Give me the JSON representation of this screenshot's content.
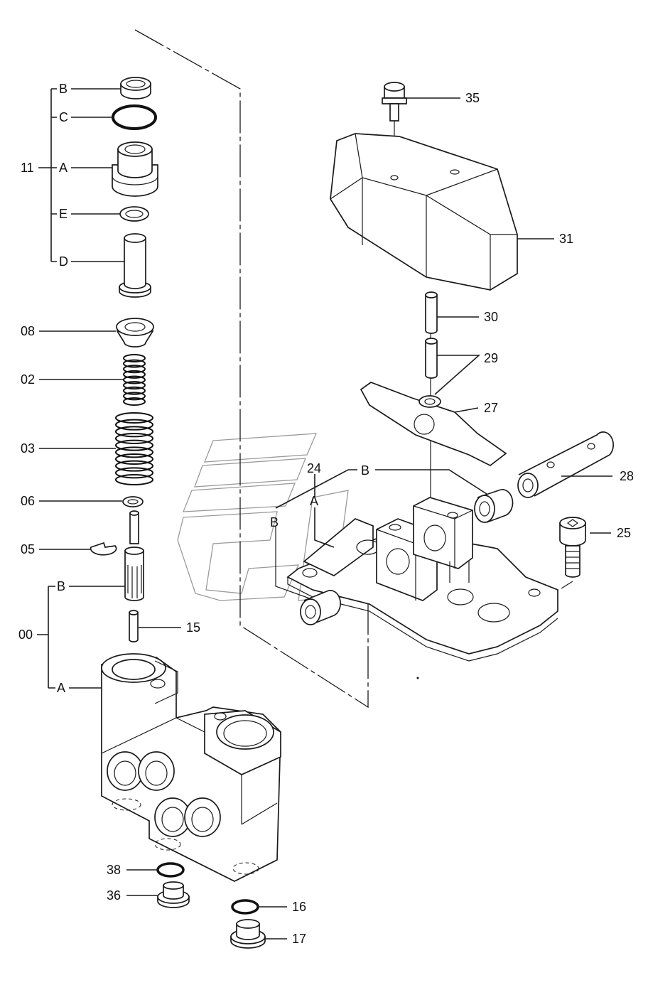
{
  "diagram": {
    "labels": {
      "p11": "11",
      "p11B": "B",
      "p11C": "C",
      "p11A": "A",
      "p11E": "E",
      "p11D": "D",
      "p08": "08",
      "p02": "02",
      "p03": "03",
      "p06": "06",
      "p05": "05",
      "p00": "00",
      "p00B": "B",
      "p00A": "A",
      "p15": "15",
      "p38": "38",
      "p36": "36",
      "p16": "16",
      "p17": "17",
      "p35": "35",
      "p31": "31",
      "p30": "30",
      "p29": "29",
      "p27": "27",
      "p28": "28",
      "p24": "24",
      "p24A": "A",
      "p24B": "B",
      "pB": "B",
      "p25": "25"
    }
  }
}
